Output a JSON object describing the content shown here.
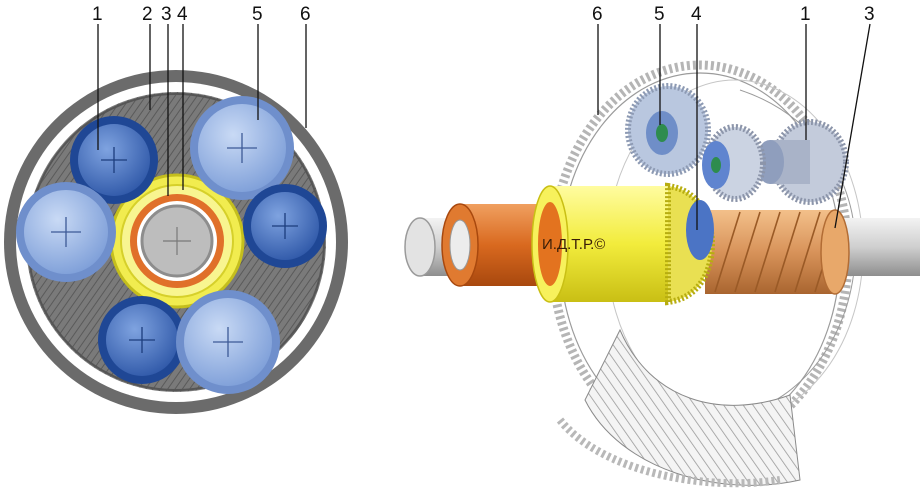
{
  "left_view": {
    "labels": [
      "1",
      "2",
      "3",
      "4",
      "5",
      "6"
    ]
  },
  "right_view": {
    "labels": [
      "6",
      "5",
      "4",
      "1",
      "3"
    ],
    "watermark": "И.Д.Т.Р.©"
  },
  "colors": {
    "ring_gear": "#6a6a6a",
    "carrier": "#8a8a8a",
    "planet_blue": "#3d68b8",
    "planet_light": "#9db8e6",
    "sun_yellow": "#f2ef6a",
    "shaft_orange": "#e07a2c",
    "shaft_grey": "#d9d9d9"
  }
}
